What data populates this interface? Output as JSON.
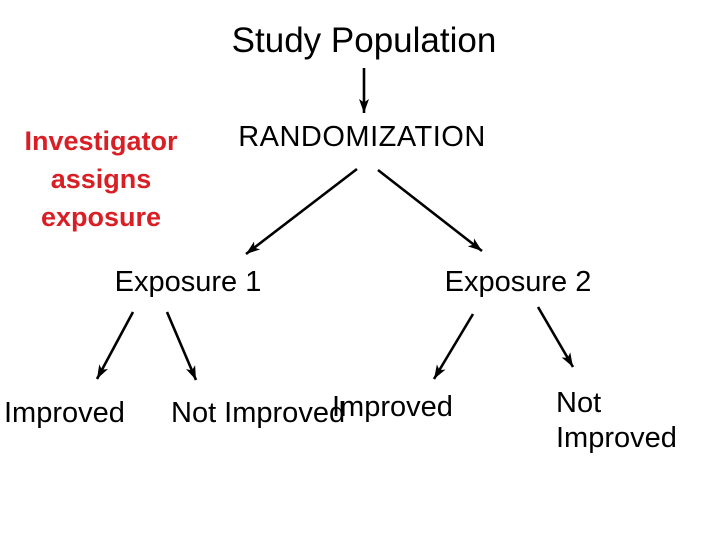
{
  "slide": {
    "title": "Study Population",
    "annotation": {
      "line1": "Investigator",
      "line2": "assigns",
      "line3": "exposure"
    },
    "nodes": {
      "randomization": "RANDOMIZATION",
      "exposure1": "Exposure 1",
      "exposure2": "Exposure 2",
      "exp1_outcome_improved": "Improved",
      "exp1_outcome_not_improved": "Not Improved",
      "exp2_outcome_improved": "Improved",
      "exp2_outcome_not_improved": {
        "line1": "Not",
        "line2": "Improved"
      }
    },
    "colors": {
      "ink": "#000000",
      "annotation_red": "#d91f26",
      "background": "#ffffff"
    }
  }
}
